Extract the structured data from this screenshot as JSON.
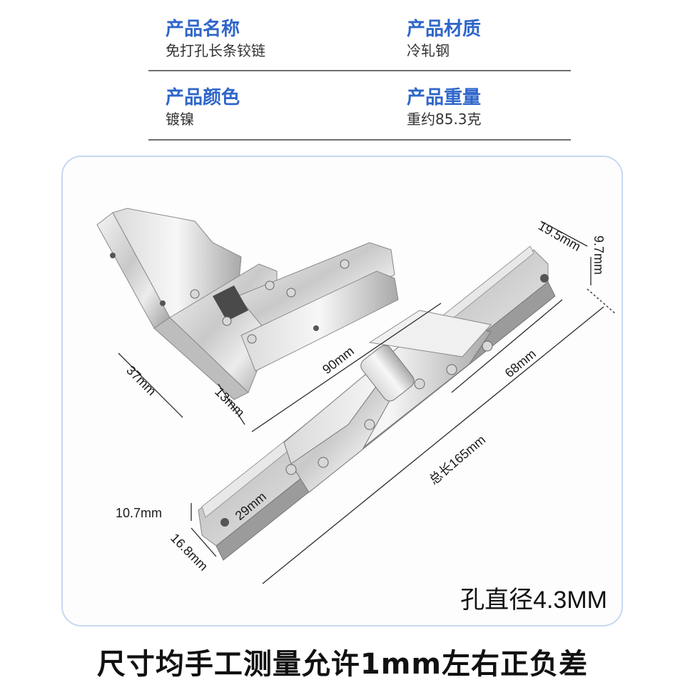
{
  "specs": {
    "name": {
      "title": "产品名称",
      "value": "免打孔长条铰链"
    },
    "material": {
      "title": "产品材质",
      "value": "冷轧钢"
    },
    "color": {
      "title": "产品颜色",
      "value": "镀镍"
    },
    "weight": {
      "title": "产品重量",
      "value": "重约85.3克"
    }
  },
  "dimensions": {
    "d19_5": "19.5mm",
    "d9_7": "9.7mm",
    "d90": "90mm",
    "d68": "68mm",
    "d37": "37mm",
    "d13": "13mm",
    "total": "总长165mm",
    "d29": "29mm",
    "d10_7": "10.7mm",
    "d16_8": "16.8mm"
  },
  "hole_diameter": "孔直径4.3MM",
  "footer": "尺寸均手工测量允许1mm左右正负差"
}
